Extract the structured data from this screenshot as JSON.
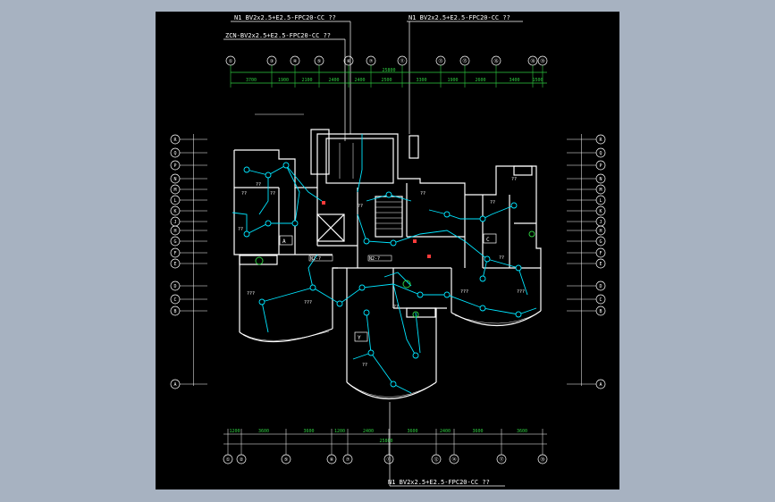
{
  "feeder_labels": {
    "top_left": "N1 BV2x2.5+E2.5-FPC20-CC ??",
    "top_left_2": "ZCN-BV2x2.5+E2.5-FPC20-CC ??",
    "top_right": "N1 BV2x2.5+E2.5-FPC20-CC ??",
    "bottom": "N1 BV2x2.5+E2.5-FPC20-CC ??"
  },
  "top_axes": [
    "①",
    "③",
    "④",
    "⑤",
    "⑥",
    "⑦",
    "⑪",
    "⑬",
    "⑮",
    "⑯",
    "⑱",
    "⑲"
  ],
  "top_total": "25800",
  "top_dims": [
    "3700",
    "1900",
    "2100",
    "2400",
    "2400",
    "2500",
    "3300",
    "1900",
    "2600",
    "3400",
    "1500"
  ],
  "bottom_axes": [
    "①",
    "②",
    "⑤",
    "⑥",
    "⑦",
    "⑪",
    "⑫",
    "⑭",
    "⑰",
    "⑲"
  ],
  "bottom_total": "25800",
  "bottom_dims": [
    "1200",
    "3600",
    "3600",
    "1200",
    "2400",
    "3600",
    "2400",
    "3600",
    "3600"
  ],
  "left_axes": [
    "R",
    "Q",
    "P",
    "N",
    "M",
    "L",
    "K",
    "J",
    "H",
    "G",
    "F",
    "E",
    "D",
    "C",
    "B",
    "A"
  ],
  "right_axes": [
    "R",
    "Q",
    "P",
    "N",
    "M",
    "L",
    "K",
    "J",
    "H",
    "G",
    "F",
    "E",
    "D",
    "C",
    "B",
    "A"
  ],
  "unit_tags": [
    "A",
    "Y",
    "C"
  ],
  "room_marks": [
    "??",
    "??",
    "??",
    "??",
    "???",
    "???",
    "??",
    "??",
    "???",
    "??",
    "??",
    "??",
    "???",
    "??",
    "??"
  ],
  "panel_tags": [
    "N2-?",
    "N2-?"
  ],
  "colors": {
    "line": "#ffffff",
    "wiring": "#00e5ff",
    "dimension": "#2ecc40",
    "background": "#000000",
    "device": "#ff3b3b"
  }
}
